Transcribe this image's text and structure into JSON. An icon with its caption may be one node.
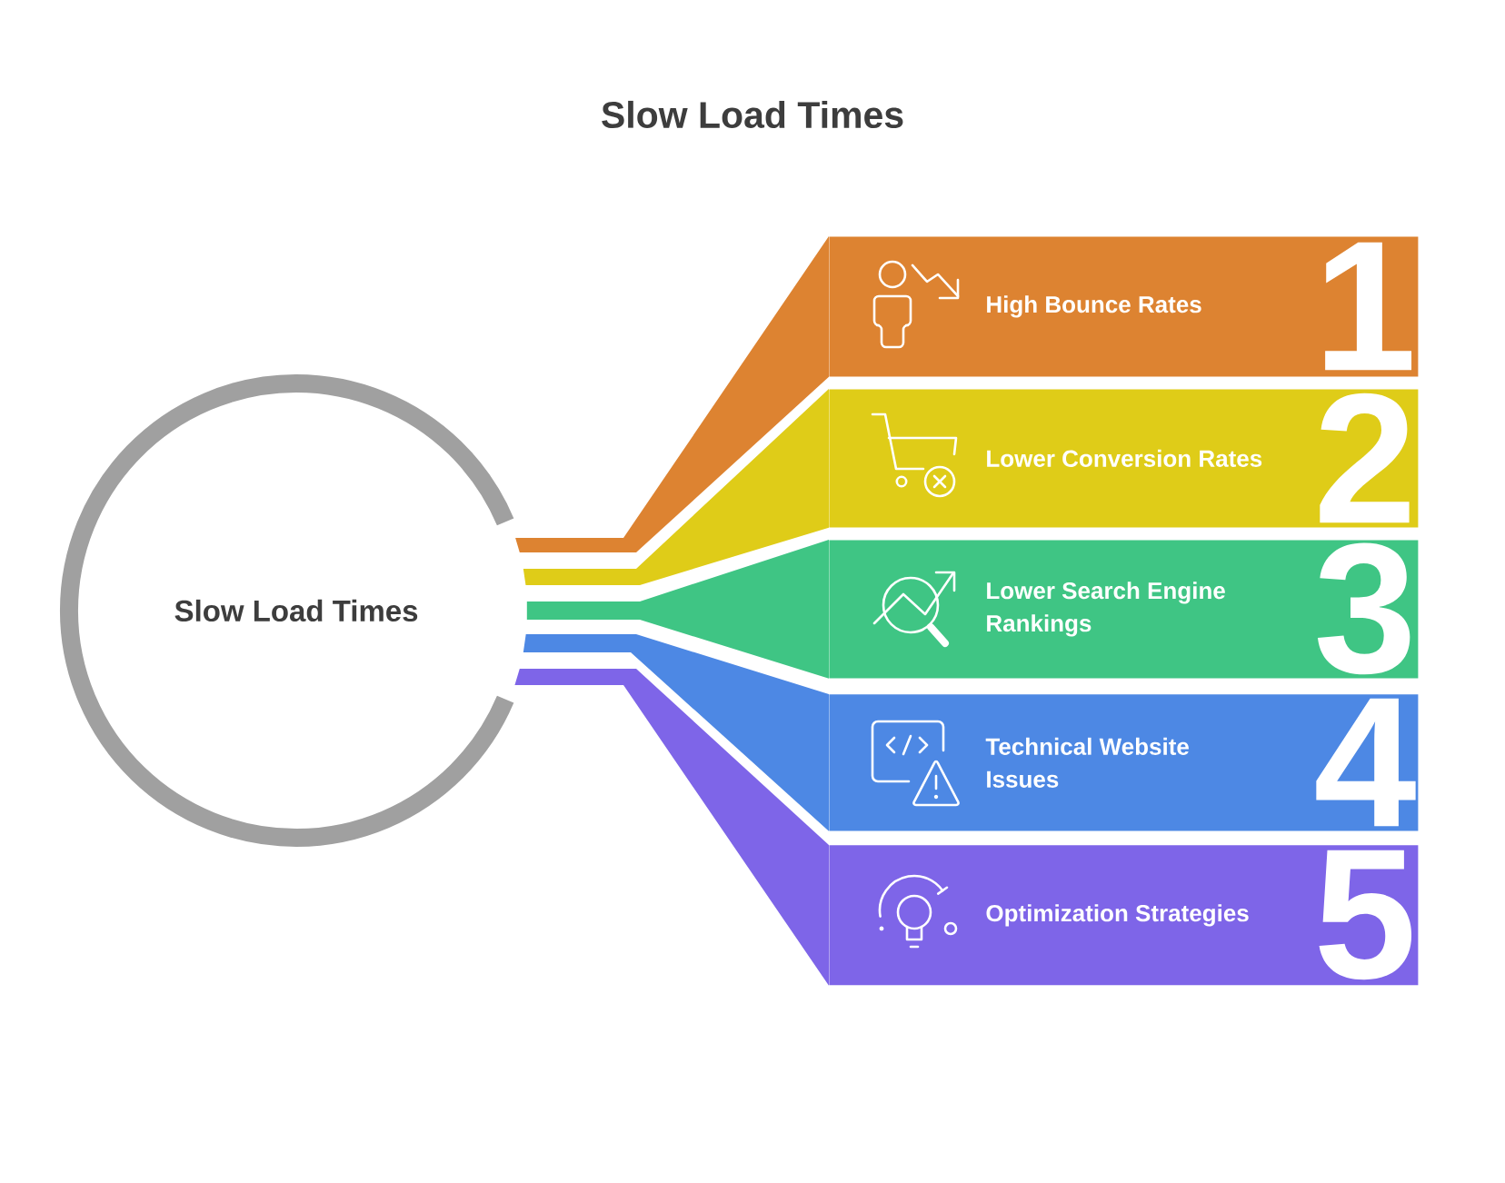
{
  "diagram": {
    "title": "Slow Load Times",
    "nodes": [
      {
        "text": [
          "Slow Load Times"
        ]
      },
      {
        "text": [
          "High Bounce Rates",
          "1"
        ]
      },
      {
        "text": [
          "Lower Conversion Rates",
          "2"
        ]
      },
      {
        "text": [
          "Lower Search Engine Rankings",
          "3"
        ]
      },
      {
        "text": [
          "Technical Website Issues",
          "4"
        ]
      },
      {
        "text": [
          "Optimization Strategies",
          "5"
        ]
      }
    ],
    "edges": [
      {
        "from": 0,
        "to": 1,
        "arrow": "none",
        "color": "#dd8331"
      },
      {
        "from": 0,
        "to": 2,
        "arrow": "none",
        "color": "#dfcc18"
      },
      {
        "from": 0,
        "to": 3,
        "arrow": "none",
        "color": "#3fc584"
      },
      {
        "from": 0,
        "to": 4,
        "arrow": "none",
        "color": "#4d88e4"
      },
      {
        "from": 0,
        "to": 5,
        "arrow": "none",
        "color": "#7e65e8"
      }
    ]
  }
}
